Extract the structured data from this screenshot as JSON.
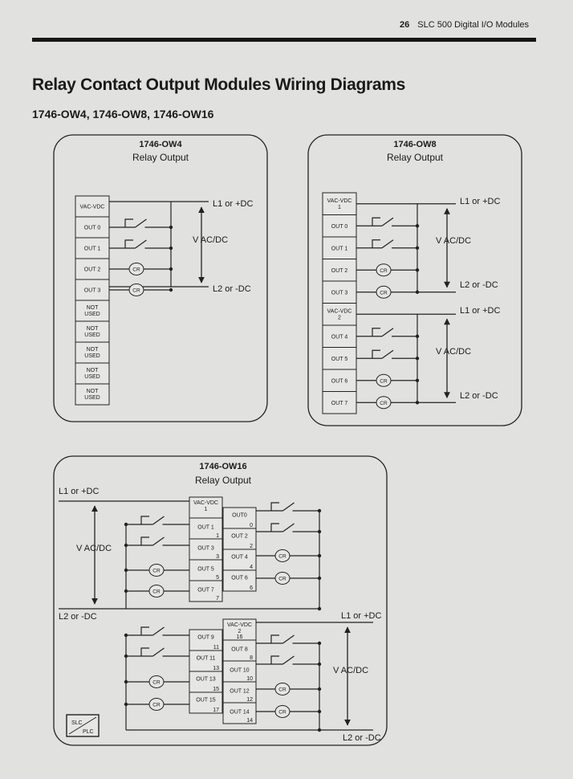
{
  "header": {
    "page_number": "26",
    "running_title": "SLC 500 Digital I/O Modules"
  },
  "section_title": "Relay Contact Output Modules Wiring Diagrams",
  "section_subtitle": "1746-OW4, 1746-OW8, 1746-OW16",
  "common": {
    "relay_output": "Relay Output",
    "supply_high": "L1 or +DC",
    "supply_low": "L2 or -DC",
    "voltage": "V AC/DC",
    "coil": "CR",
    "vac_vdc": "VAC-VDC"
  },
  "ow4": {
    "title": "1746-OW4",
    "terminals": [
      "VAC-VDC",
      "OUT 0",
      "OUT 1",
      "OUT 2",
      "OUT 3",
      "NOT USED",
      "NOT USED",
      "NOT USED",
      "NOT USED",
      "NOT USED"
    ]
  },
  "ow8": {
    "title": "1746-OW8",
    "terminals": [
      "VAC-VDC 1",
      "OUT 0",
      "OUT 1",
      "OUT 2",
      "OUT 3",
      "VAC-VDC 2",
      "OUT 4",
      "OUT 5",
      "OUT 6",
      "OUT 7"
    ]
  },
  "ow16": {
    "title": "1746-OW16",
    "group1_left": [
      "VAC-VDC 1",
      "OUT 1",
      "OUT 3",
      "OUT 5",
      "OUT 7"
    ],
    "group1_right": [
      "OUT0",
      "OUT 2",
      "OUT 4",
      "OUT 6"
    ],
    "group1_numbers": [
      "0",
      "2",
      "4",
      "6",
      "1",
      "3",
      "5",
      "7"
    ],
    "group2_left": [
      "OUT 9",
      "OUT 11",
      "OUT 13",
      "OUT 15"
    ],
    "group2_right": [
      "VAC-VDC 2",
      "OUT 8",
      "OUT 10",
      "OUT 12",
      "OUT 14"
    ],
    "group2_numbers": [
      "8",
      "10",
      "12",
      "14",
      "16",
      "11",
      "13",
      "15",
      "17"
    ]
  },
  "legend": {
    "line1": "SLC",
    "line2": "PLC"
  }
}
